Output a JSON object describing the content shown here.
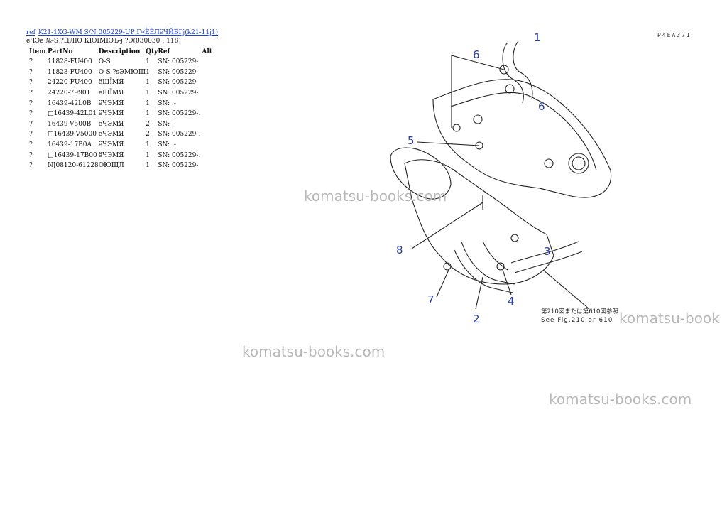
{
  "header": {
    "ref_link": "ref",
    "model_link": "K21-1XG-WM S/N 005229-UP Г¤ЁЁЛёЧЙБГј(k21-11j1)"
  },
  "subtitle": "ёЧЭё №-S ?ЦЛЮ КЮIМЮЪ-ј ?Э(030030 : 118)",
  "page_ref": "P4EA371",
  "table": {
    "headers": {
      "item": "Item",
      "partno": "PartNo",
      "description": "Description",
      "qty": "Qty",
      "ref": "Ref",
      "alt": "Alt"
    },
    "rows": [
      {
        "item": "?",
        "partno": "11828-FU400",
        "description": "O-S",
        "qty": "1",
        "ref": "SN: 005229-"
      },
      {
        "item": "?",
        "partno": "11823-FU400",
        "description": "O-S ?sЭМЮШ",
        "qty": "1",
        "ref": "SN: 005229-"
      },
      {
        "item": "?",
        "partno": "24220-FU400",
        "description": "ёШЇМЯ",
        "qty": "1",
        "ref": "SN: 005229-"
      },
      {
        "item": "?",
        "partno": "24220-79901",
        "description": "ёШЇМЯ",
        "qty": "1",
        "ref": "SN: 005229-"
      },
      {
        "item": "?",
        "partno": "16439-42L0B",
        "description": "ёЧЭМЯ",
        "qty": "1",
        "ref": "SN: .-"
      },
      {
        "item": "?",
        "partno": "□16439-42L01",
        "description": "ёЧЭМЯ",
        "qty": "1",
        "ref": "SN: 005229-."
      },
      {
        "item": "?",
        "partno": "16439-V500B",
        "description": "ёЧЭМЯ",
        "qty": "2",
        "ref": "SN: .-"
      },
      {
        "item": "?",
        "partno": "□16439-V5000",
        "description": "ёЧЭМЯ",
        "qty": "2",
        "ref": "SN: 005229-."
      },
      {
        "item": "?",
        "partno": "16439-17B0A",
        "description": "ёЧЭМЯ",
        "qty": "1",
        "ref": "SN: .-"
      },
      {
        "item": "?",
        "partno": "□16439-17B00",
        "description": "ёЧЭМЯ",
        "qty": "1",
        "ref": "SN: 005229-."
      },
      {
        "item": "?",
        "partno": "NJ08120-61228",
        "description": "ОЮЩЛ",
        "qty": "1",
        "ref": "SN: 005229-"
      }
    ]
  },
  "diagram": {
    "callouts": [
      "1",
      "6",
      "6",
      "5",
      "8",
      "3",
      "7",
      "4",
      "2"
    ],
    "note_line1": "第210図または第610図参照",
    "note_line2": "See Fig.210 or 610",
    "callout_color": "#2a3fa0"
  },
  "watermark": "komatsu-books.com",
  "watermark_partial": "komatsu-book"
}
